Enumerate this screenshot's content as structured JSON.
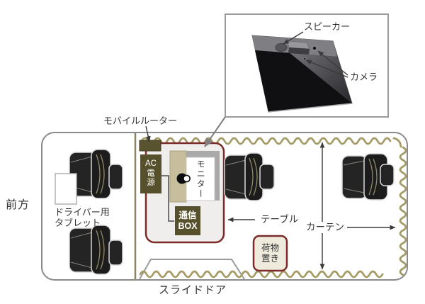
{
  "colors": {
    "curtain_wave": "#a49b66",
    "divider_line": "#8c8362",
    "dark_olive_box": "#57502d",
    "table_border": "#7b2b28",
    "table_fill": "#f0eeec",
    "seat_dark": "#242424",
    "luggage_fill": "#eeebdd",
    "tan_strip": "#c6be9d"
  },
  "inset": {
    "speaker_label": "スピーカー",
    "camera_label": "カメラ"
  },
  "floorplan": {
    "front_label": "前方",
    "mobile_router_label": "モバイルルーター",
    "ac_power_label": "AC\n電\n源",
    "monitor_label": "モニター",
    "comm_box_label": "通信\nBOX",
    "table_label": "テーブル",
    "driver_tablet_label": "ドライバー用\nタブレット",
    "luggage_label": "荷物\n置き",
    "curtain_label": "カーテン",
    "slide_door_label": "スライドドア"
  }
}
